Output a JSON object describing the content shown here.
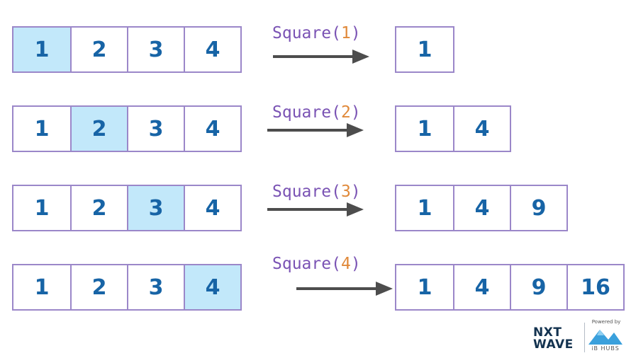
{
  "rows": [
    {
      "input": [
        "1",
        "2",
        "3",
        "4"
      ],
      "highlight": 0,
      "call": {
        "fn": "Square",
        "open": "(",
        "arg": "1",
        "close": ")"
      },
      "output": [
        "1"
      ]
    },
    {
      "input": [
        "1",
        "2",
        "3",
        "4"
      ],
      "highlight": 1,
      "call": {
        "fn": "Square",
        "open": "(",
        "arg": "2",
        "close": ")"
      },
      "output": [
        "1",
        "4"
      ]
    },
    {
      "input": [
        "1",
        "2",
        "3",
        "4"
      ],
      "highlight": 2,
      "call": {
        "fn": "Square",
        "open": "(",
        "arg": "3",
        "close": ")"
      },
      "output": [
        "1",
        "4",
        "9"
      ]
    },
    {
      "input": [
        "1",
        "2",
        "3",
        "4"
      ],
      "highlight": 3,
      "call": {
        "fn": "Square",
        "open": "(",
        "arg": "4",
        "close": ")"
      },
      "output": [
        "1",
        "4",
        "9",
        "16"
      ]
    }
  ],
  "logo": {
    "line1": "NXT",
    "line2": "WAVE",
    "powered": "Powered by",
    "partner": "iB HUBS"
  },
  "colors": {
    "cell_border": "#9b87c9",
    "cell_text": "#1764a6",
    "highlight": "#c2e8fa",
    "fn_name": "#7a53b4",
    "fn_arg": "#e0893a",
    "arrow": "#4d4d4d"
  }
}
